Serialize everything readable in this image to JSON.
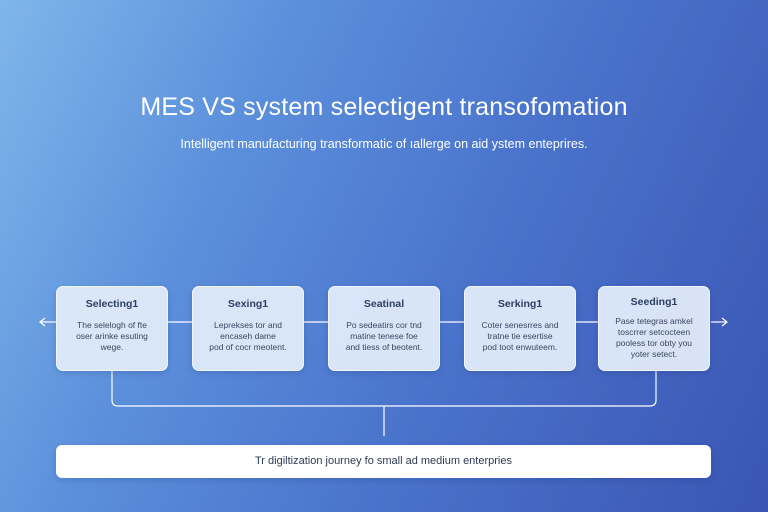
{
  "header": {
    "title": "MES VS system  selectigent transofomation",
    "subtitle": "Intelligent manufacturing transformatic of ıallerge on aid ystem enteprires."
  },
  "steps": [
    {
      "title": "Selecting1",
      "lines": [
        "The selelogh of fte",
        "oser arinke esuting",
        "wege."
      ]
    },
    {
      "title": "Sexing1",
      "lines": [
        "Leprekses tor and",
        "encaseh dame",
        "pod of cocr meotent."
      ]
    },
    {
      "title": "Seatinal",
      "lines": [
        "Po sedeatirs cor tnd",
        "matine tenese foe",
        "and tiess of beotent."
      ]
    },
    {
      "title": "Serking1",
      "lines": [
        "Coter senesrres and",
        "tratne tie esertise",
        "pod toot enwuteem."
      ]
    },
    {
      "title": "Seeding1",
      "lines": [
        "Pase tetegras amkel",
        "toscrrer setcocteen",
        "pooless tor obty you",
        "yoter setect."
      ]
    }
  ],
  "footer": {
    "label": "Tr digiltization journey fo small ad medium enterpries"
  },
  "colors": {
    "background_start": "#7fb6ea",
    "background_end": "#3a55b3",
    "card_fill": "#e1ecfa",
    "card_title": "#2d3e63",
    "connector": "#ffffff"
  }
}
